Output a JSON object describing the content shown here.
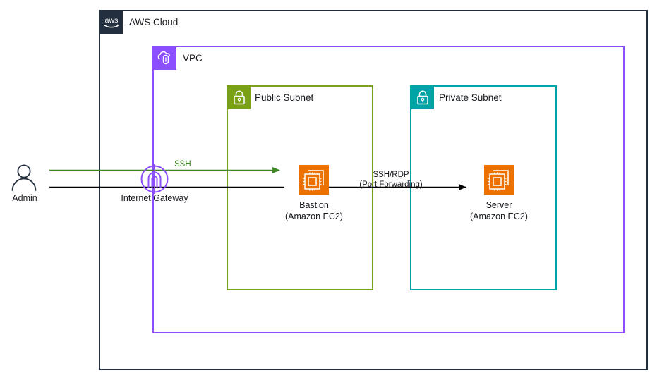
{
  "diagram": {
    "title": "AWS Cloud",
    "type": "aws-architecture-diagram"
  },
  "containers": [
    {
      "id": "aws-cloud",
      "label": "AWS Cloud",
      "icon": "aws-logo-icon",
      "color": "#232F3E"
    },
    {
      "id": "vpc",
      "label": "VPC",
      "icon": "vpc-cloud-icon",
      "color": "#8C4FFF"
    },
    {
      "id": "public-subnet",
      "label": "Public Subnet",
      "icon": "padlock-icon",
      "color": "#7AA116"
    },
    {
      "id": "private-subnet",
      "label": "Private Subnet",
      "icon": "padlock-icon",
      "color": "#00A4A6"
    }
  ],
  "nodes": [
    {
      "id": "admin",
      "label": "Admin",
      "icon": "user-person-icon",
      "color": "#232F3E"
    },
    {
      "id": "internet-gateway",
      "label": "Internet Gateway",
      "icon": "internet-gateway-icon",
      "color": "#8C4FFF"
    },
    {
      "id": "bastion",
      "label_line1": "Bastion",
      "label_line2": "(Amazon EC2)",
      "icon": "amazon-ec2-icon",
      "color": "#ED7100"
    },
    {
      "id": "server",
      "label_line1": "Server",
      "label_line2": "(Amazon EC2)",
      "icon": "amazon-ec2-icon",
      "color": "#ED7100"
    }
  ],
  "connections": [
    {
      "id": "admin-to-bastion",
      "label": "SSH",
      "color": "#3F8624",
      "from": "admin",
      "to": "bastion"
    },
    {
      "id": "bastion-to-server",
      "label_line1": "SSH/RDP",
      "label_line2": "(Port Forwarding)",
      "color": "#000000",
      "from": "bastion",
      "to": "server"
    }
  ],
  "icon_glyphs": {
    "aws_wordmark": "aws"
  }
}
